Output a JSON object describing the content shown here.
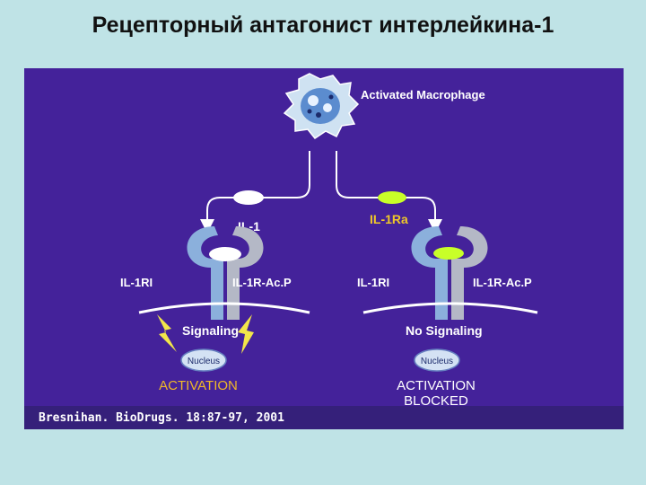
{
  "slide": {
    "title": "Рецепторный антагонист интерлейкина-1"
  },
  "diagram": {
    "cell_label": "Activated Macrophage",
    "left": {
      "ligand": "IL-1",
      "receptor_left": "IL-1RI",
      "receptor_right": "IL-1R-Ac.P",
      "signal": "Signaling",
      "nucleus": "Nucleus",
      "outcome": "ACTIVATION"
    },
    "right": {
      "ligand": "IL-1Ra",
      "receptor_left": "IL-1RI",
      "receptor_right": "IL-1R-Ac.P",
      "signal": "No Signaling",
      "nucleus": "Nucleus",
      "outcome_line1": "ACTIVATION",
      "outcome_line2": "BLOCKED"
    },
    "citation": "Bresnihan. BioDrugs. 18:87-97, 2001",
    "colors": {
      "background": "#44229a",
      "footer": "#35207a",
      "receptor_left": "#8bb0dc",
      "receptor_right": "#b4b8c6",
      "il1_ligand": "#ffffff",
      "il1ra_ligand": "#c8ff28",
      "lightning": "#f2e64a",
      "outcome_left": "#f0b828",
      "text": "#ffffff"
    }
  }
}
